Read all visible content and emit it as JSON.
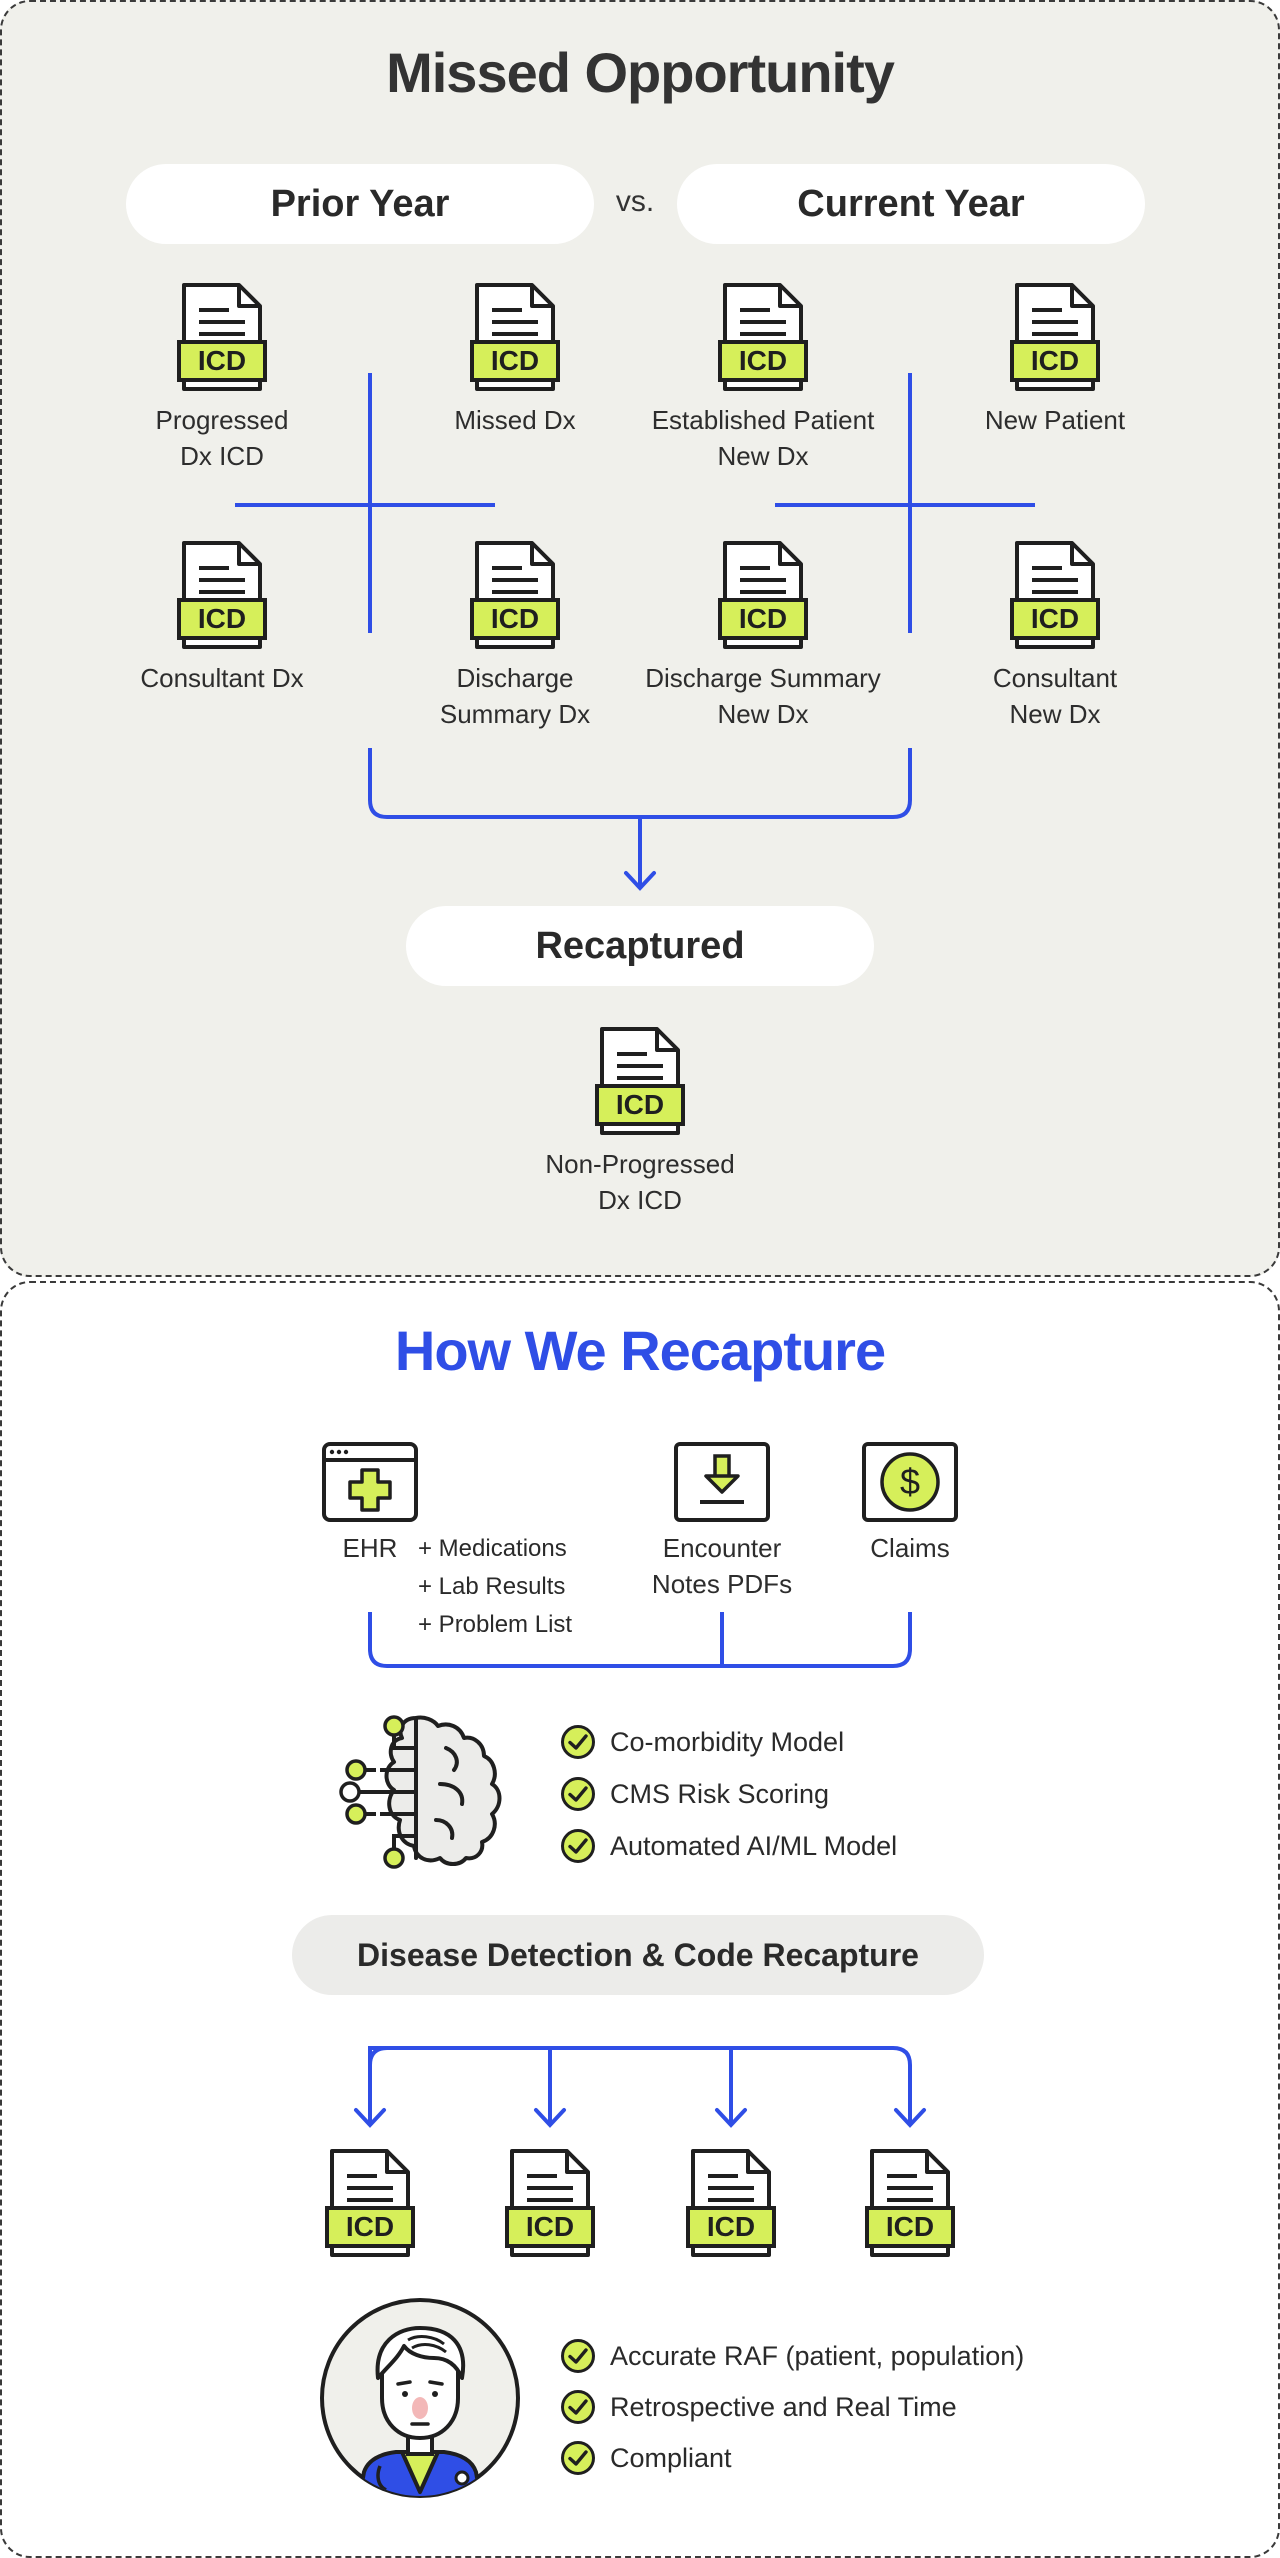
{
  "top": {
    "title": "Missed Opportunity",
    "prior_year": "Prior Year",
    "vs": "vs.",
    "current_year": "Current Year",
    "icd_text": "ICD",
    "prior_items": [
      "Progressed\nDx ICD",
      "Missed Dx",
      "Consultant Dx",
      "Discharge\nSummary Dx"
    ],
    "current_items": [
      "Established Patient\nNew Dx",
      "New Patient",
      "Discharge Summary\nNew Dx",
      "Consultant\nNew Dx"
    ],
    "recaptured": "Recaptured",
    "recaptured_item": "Non-Progressed\nDx ICD"
  },
  "bottom": {
    "title": "How We Recapture",
    "sources": {
      "ehr": "EHR",
      "ehr_extras": [
        "+ Medications",
        "+ Lab Results",
        "+ Problem List"
      ],
      "encounter": "Encounter\nNotes PDFs",
      "claims": "Claims"
    },
    "models": [
      "Co-morbidity Model",
      "CMS Risk Scoring",
      "Automated AI/ML Model"
    ],
    "detection": "Disease Detection & Code Recapture",
    "outcomes": [
      "Accurate RAF (patient, population)",
      "Retrospective and Real Time",
      "Compliant"
    ],
    "icd_text": "ICD"
  },
  "colors": {
    "accent_blue": "#2f4ee6",
    "icd_green": "#d6ef5a",
    "panel_grey": "#f0f0eb"
  },
  "icons": [
    "document-icd-icon",
    "ehr-window-icon",
    "download-icon",
    "dollar-icon",
    "brain-circuit-icon",
    "check-icon",
    "doctor-avatar-icon"
  ]
}
